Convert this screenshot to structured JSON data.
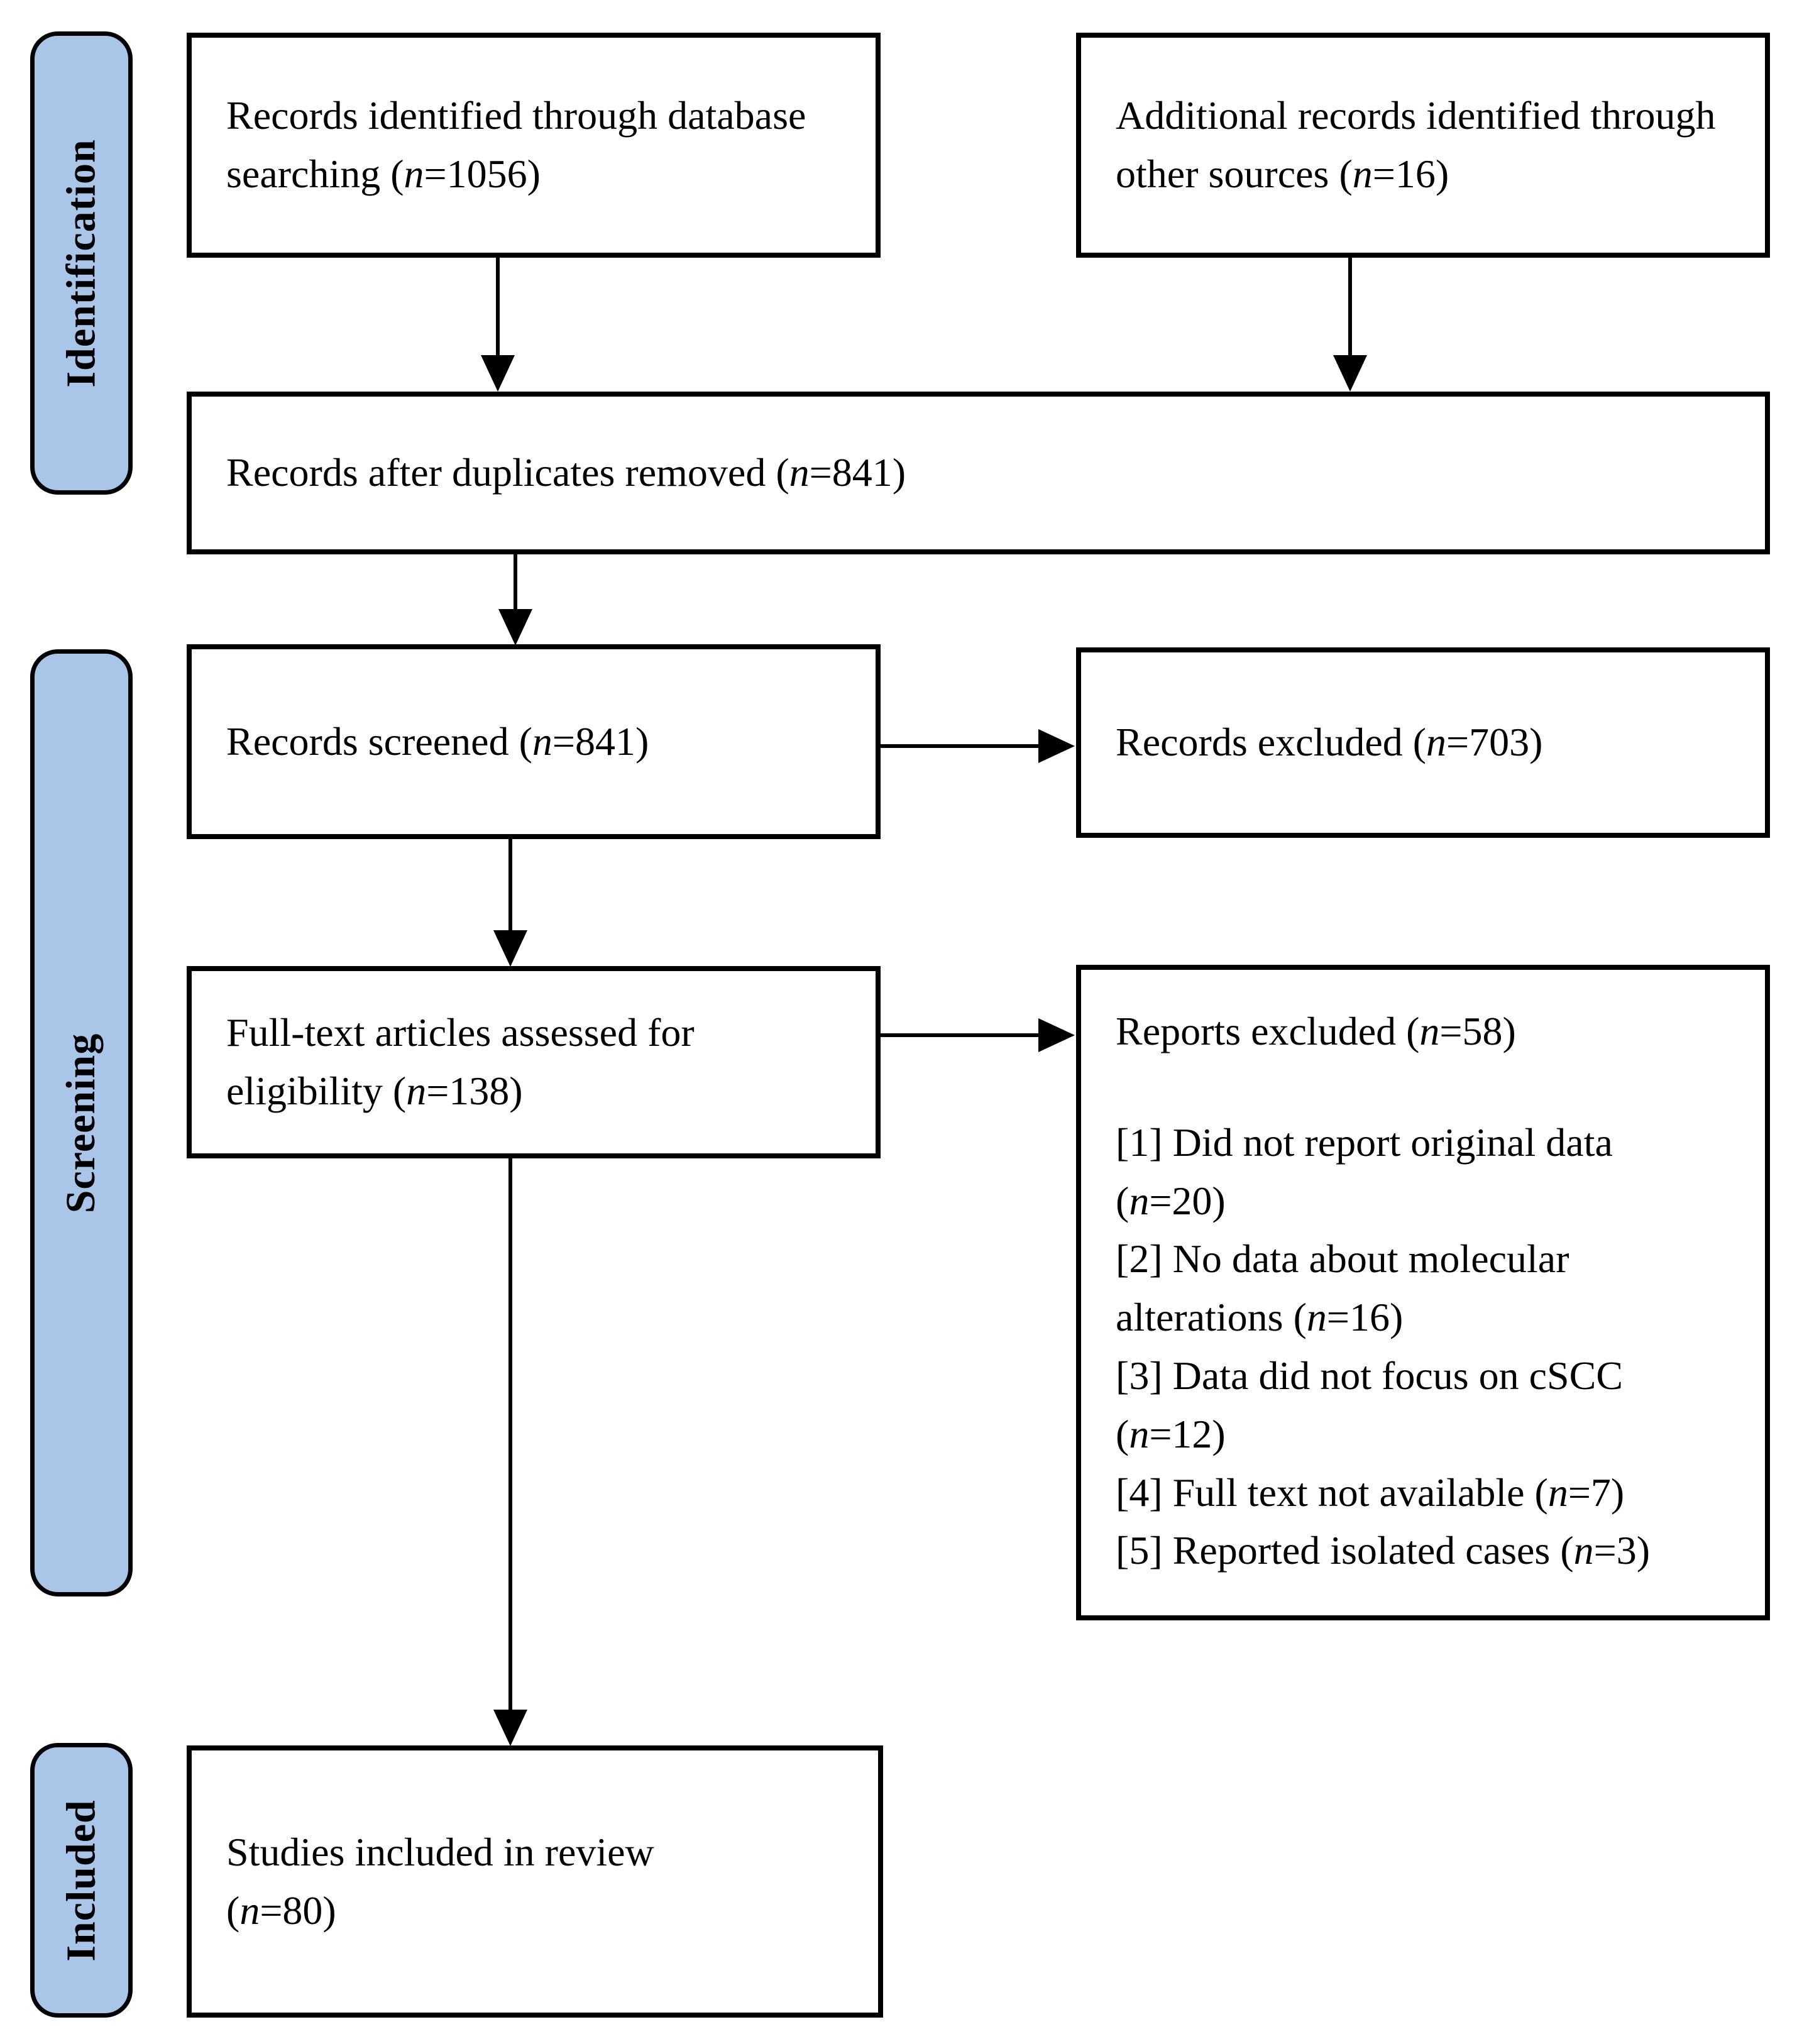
{
  "diagram": {
    "stages": [
      {
        "id": "identification",
        "label": "Identification"
      },
      {
        "id": "screening",
        "label": "Screening"
      },
      {
        "id": "included",
        "label": "Included"
      }
    ],
    "boxes": {
      "records_identified": {
        "text": "Records identified through database searching (n=1056)"
      },
      "additional_records": {
        "text": "Additional records identified through other sources (n=16)"
      },
      "after_duplicates": {
        "text": "Records after duplicates removed (n=841)"
      },
      "records_screened": {
        "text": "Records screened (n=841)"
      },
      "records_excluded": {
        "text": "Records excluded (n=703)"
      },
      "fulltext_assessed": {
        "text": "Full-text articles assessed for eligibility (n=138)"
      },
      "reports_excluded": {
        "title": "Reports excluded (n=58)",
        "reasons": [
          "[1] Did not report original data (n=20)",
          "[2] No data about molecular alterations (n=16)",
          "[3] Data did not focus on cSCC (n=12)",
          "[4] Full text not available (n=7)",
          "[5] Reported isolated cases (n=3)"
        ]
      },
      "studies_included": {
        "text": "Studies included in review (n=80)"
      }
    },
    "colors": {
      "stage_fill": "#a9c6e8",
      "box_border": "#000000",
      "background": "#ffffff"
    }
  }
}
